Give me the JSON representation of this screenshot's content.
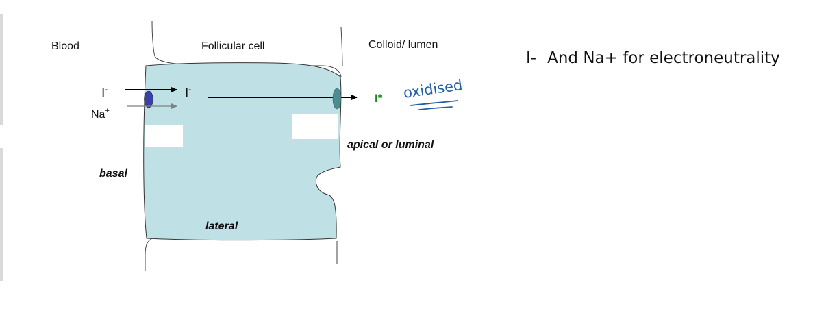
{
  "regions": {
    "blood": "Blood",
    "follicular": "Follicular cell",
    "colloid": "Colloid/ lumen"
  },
  "ions": {
    "iodide": "I",
    "iodide_sup": "-",
    "sodium": "Na",
    "sodium_sup": "+",
    "iodide_cell": "I",
    "iodide_cell_sup": "-",
    "iodine_oxidised": "I*"
  },
  "annotation": "oxidised",
  "surfaces": {
    "apical": "apical or luminal",
    "basal": "basal",
    "lateral": "lateral"
  },
  "note": {
    "ion": "I-",
    "text": "And Na+ for electroneutrality"
  },
  "colors": {
    "cell_fill": "#bfe1e6",
    "transporter": "#3b3fa8",
    "apical_channel": "#4f8c90",
    "iodine_green": "#1a8a1a",
    "handwriting_blue": "#1f5fa6"
  }
}
